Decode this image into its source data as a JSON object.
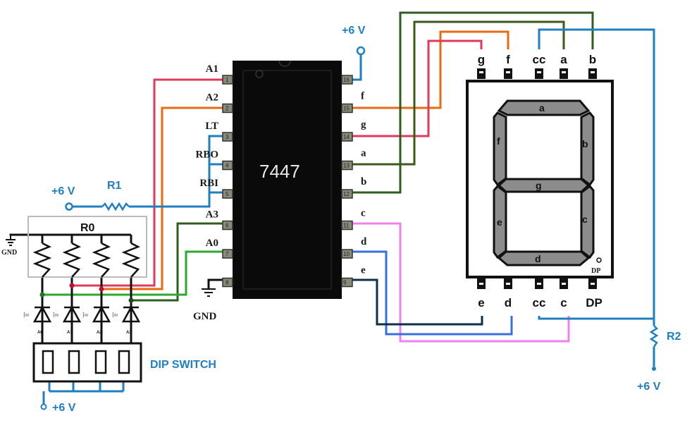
{
  "title": "7447 BCD to 7-segment decoder driving a 7-segment display with DIP switch inputs",
  "colors": {
    "wire_red": "#e03a5a",
    "wire_orange": "#e86a12",
    "wire_blue": "#1f7fc0",
    "wire_green_dark": "#2d5e1e",
    "wire_green_light": "#2ea82e",
    "wire_pink": "#f080f0",
    "wire_navy": "#0d2f4a",
    "wire_royal": "#3a6fe0",
    "label_blue": "#1f7fc0",
    "ic_body": "#0a0a0a",
    "segment_fill": "#8c8c8c"
  },
  "ic": {
    "name": "7447",
    "left_pins": [
      {
        "num": "1",
        "label": "A1"
      },
      {
        "num": "2",
        "label": "A2"
      },
      {
        "num": "3",
        "label": "LT"
      },
      {
        "num": "4",
        "label": "RBO"
      },
      {
        "num": "5",
        "label": "RBI"
      },
      {
        "num": "6",
        "label": "A3"
      },
      {
        "num": "7",
        "label": "A0"
      },
      {
        "num": "8",
        "label": ""
      }
    ],
    "right_pins": [
      {
        "num": "16",
        "label": ""
      },
      {
        "num": "15",
        "label": "f"
      },
      {
        "num": "14",
        "label": "g"
      },
      {
        "num": "13",
        "label": "a"
      },
      {
        "num": "12",
        "label": "b"
      },
      {
        "num": "11",
        "label": "c"
      },
      {
        "num": "10",
        "label": "d"
      },
      {
        "num": "9",
        "label": "e"
      }
    ],
    "gnd_label": "GND"
  },
  "power": {
    "ic_vcc": "+6 V",
    "r1_supply": "+6 V",
    "dip_supply": "+6 V",
    "r2_supply": "+6 V"
  },
  "resistors": {
    "r1": "R1",
    "r0": "R0",
    "r2": "R2"
  },
  "r0_gnd_label": "GND",
  "leds": [
    "A0",
    "A1",
    "A2",
    "A3"
  ],
  "dip_switch_label": "DIP SWITCH",
  "display": {
    "top_pins": [
      "g",
      "f",
      "cc",
      "a",
      "b"
    ],
    "bottom_pins": [
      "e",
      "d",
      "cc",
      "c",
      "DP"
    ],
    "segments": {
      "a": "a",
      "b": "b",
      "c": "c",
      "d": "d",
      "e": "e",
      "f": "f",
      "g": "g"
    },
    "dp_label": "DP"
  }
}
